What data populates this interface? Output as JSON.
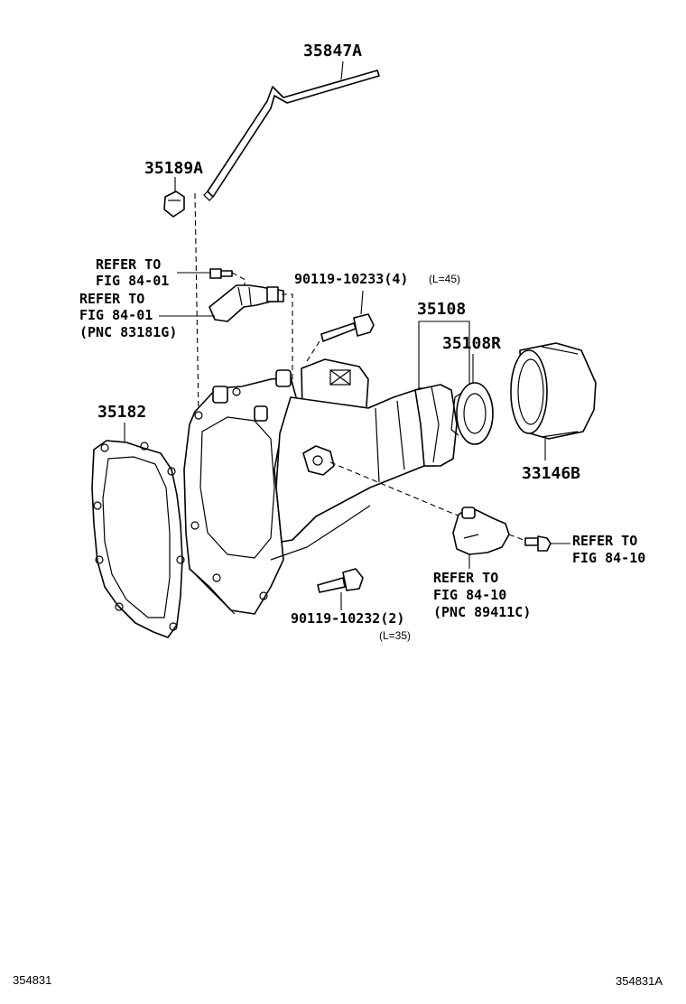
{
  "labels": {
    "p35847A": "35847A",
    "p35189A": "35189A",
    "refer_top_1": "REFER TO",
    "refer_top_2": "FIG 84-01",
    "refer_mid_1": "REFER TO",
    "refer_mid_2": "FIG 84-01",
    "refer_mid_3": "(PNC 83181G)",
    "bolt_top": "90119-10233(4)",
    "bolt_top_len": "(L=45)",
    "p35108": "35108",
    "p35108R": "35108R",
    "p35182": "35182",
    "p33146B": "33146B",
    "refer_right_1": "REFER TO",
    "refer_right_2": "FIG 84-10",
    "refer_bottom_1": "REFER TO",
    "refer_bottom_2": "FIG 84-10",
    "refer_bottom_3": "(PNC 89411C)",
    "bolt_bottom": "90119-10232(2)",
    "bolt_bottom_len": "(L=35)"
  },
  "footer": {
    "left_code": "354831",
    "right_code": "354831A"
  }
}
